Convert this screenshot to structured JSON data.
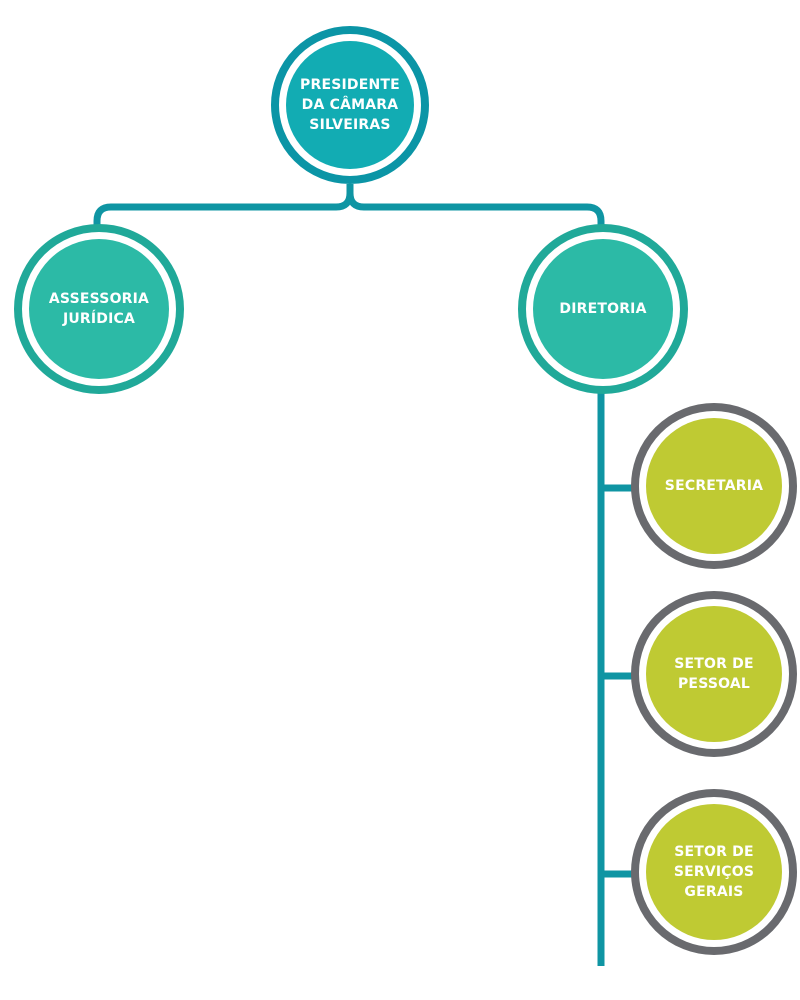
{
  "colors": {
    "connector": "#0f95a3",
    "president_fill": "#12acb3",
    "president_ring": "#0b95a6",
    "level2_fill": "#2cbaa6",
    "level2_ring": "#20a999",
    "level3_fill": "#bfca33",
    "level3_ring": "#696a6e",
    "node_text": "#ffffff"
  },
  "org": {
    "president": {
      "label": "PRESIDENTE\nDA CÂMARA\nSILVEIRAS"
    },
    "assessoria": {
      "label": "ASSESSORIA\nJURÍDICA"
    },
    "diretoria": {
      "label": "DIRETORIA"
    },
    "secretaria": {
      "label": "SECRETARIA"
    },
    "pessoal": {
      "label": "SETOR DE\nPESSOAL"
    },
    "servicos": {
      "label": "SETOR DE\nSERVIÇOS\nGERAIS"
    }
  }
}
